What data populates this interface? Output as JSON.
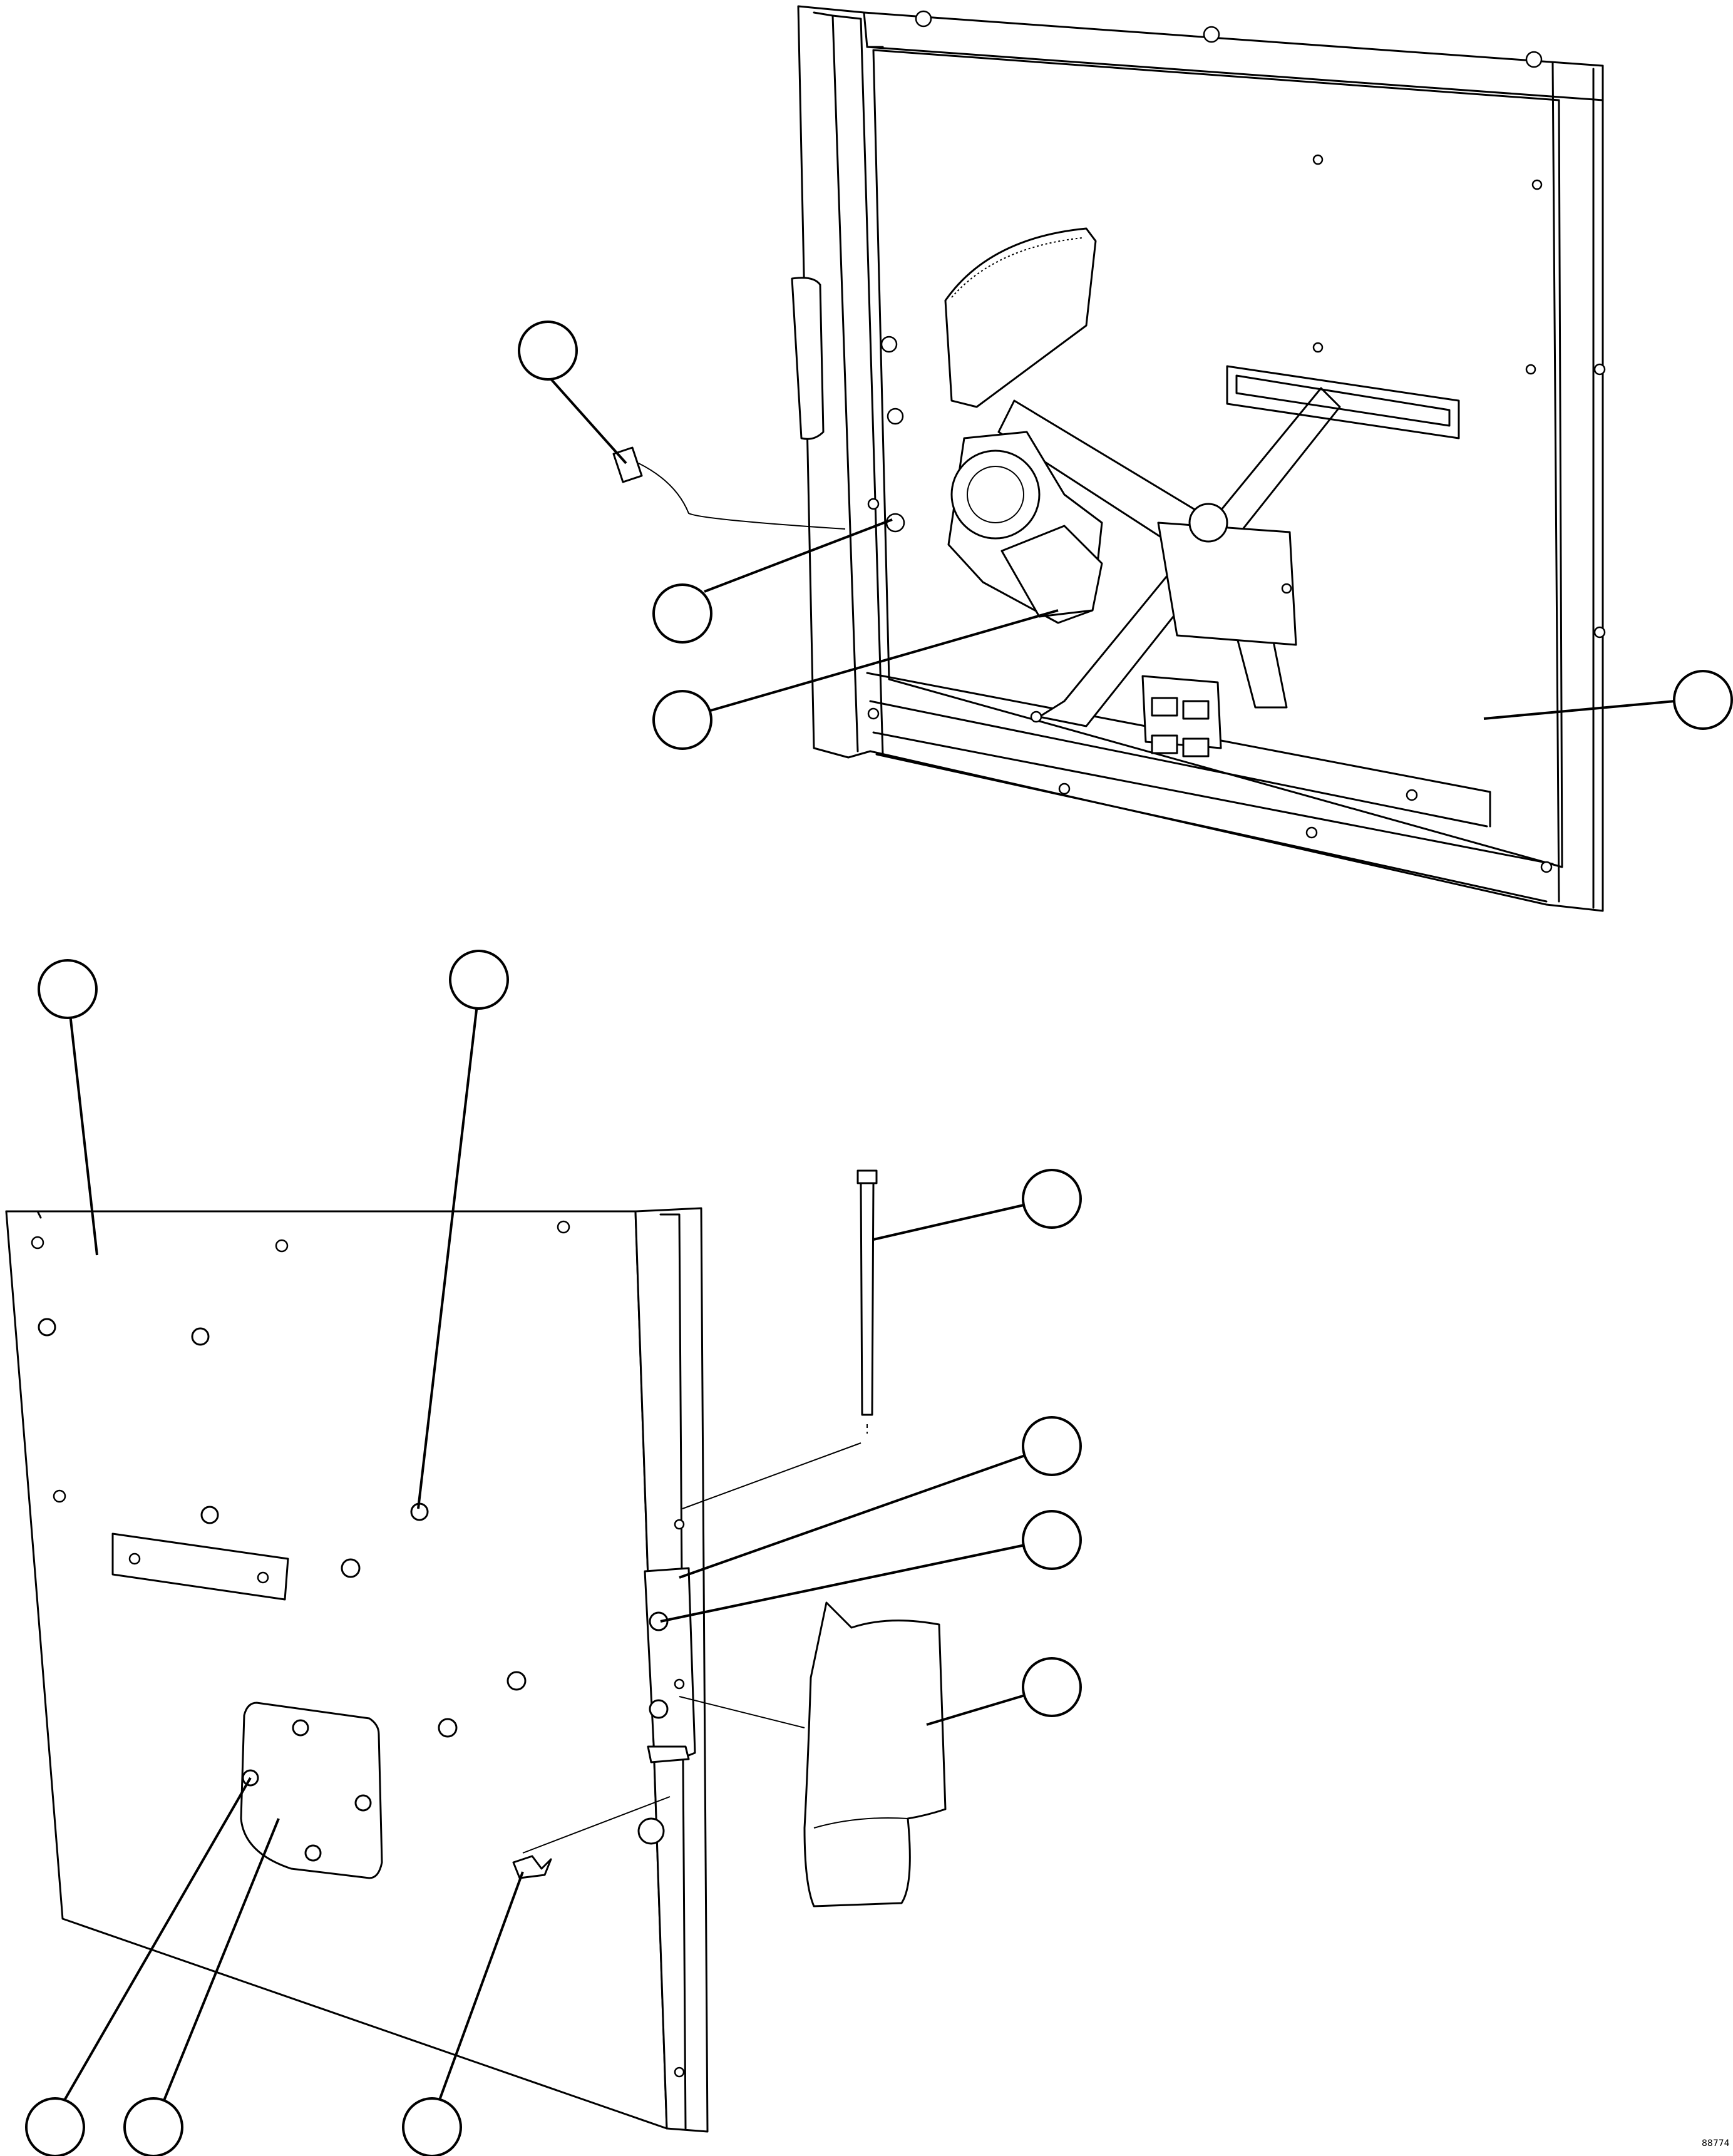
{
  "diagram": {
    "title": "",
    "drawing_code": "88774",
    "callouts": [
      {
        "id": "top-harness-connector",
        "label": ""
      },
      {
        "id": "top-grommet",
        "label": ""
      },
      {
        "id": "top-window-regulator-motor",
        "label": ""
      },
      {
        "id": "top-door-inner-panel",
        "label": ""
      },
      {
        "id": "bottom-door-panel",
        "label": ""
      },
      {
        "id": "bottom-panel-fastener",
        "label": ""
      },
      {
        "id": "hinge-pin",
        "label": ""
      },
      {
        "id": "hinge-bracket-upper",
        "label": ""
      },
      {
        "id": "hinge-bolt",
        "label": ""
      },
      {
        "id": "hinge-boot",
        "label": ""
      },
      {
        "id": "access-cover-screw",
        "label": ""
      },
      {
        "id": "access-cover-plate",
        "label": ""
      },
      {
        "id": "retaining-clip",
        "label": ""
      }
    ]
  }
}
